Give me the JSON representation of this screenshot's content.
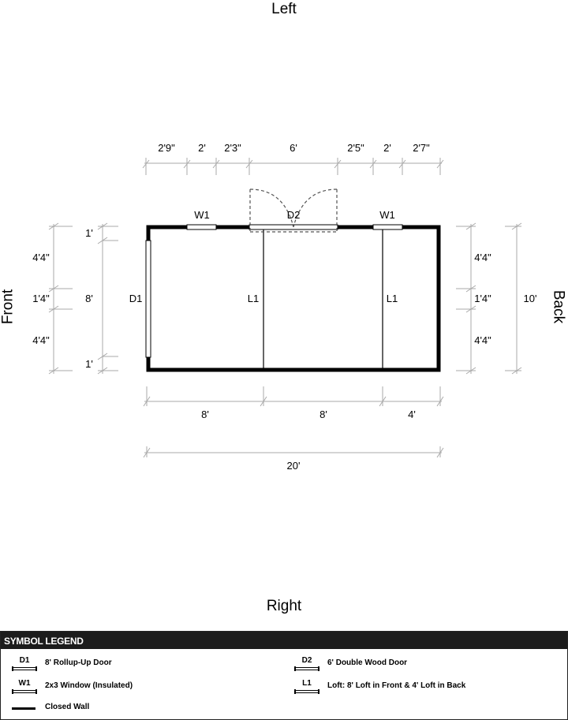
{
  "sides": {
    "left": "Left",
    "right": "Right",
    "front": "Front",
    "back": "Back"
  },
  "top_dims": [
    "2'9\"",
    "2'",
    "2'3\"",
    "6'",
    "2'5\"",
    "2'",
    "2'7\""
  ],
  "bottom_dims": [
    "8'",
    "8'",
    "4'"
  ],
  "total_length": "20'",
  "left_dims": [
    "4'4\"",
    "1'4\"",
    "4'4\""
  ],
  "left_small": [
    "1'",
    "1'"
  ],
  "left_overall": "8'",
  "right_dims": [
    "4'4\"",
    "1'4\"",
    "4'4\""
  ],
  "right_overall": "10'",
  "plan_labels": {
    "w1_left": "W1",
    "w1_right": "W1",
    "d2": "D2",
    "d1": "D1",
    "l1_a": "L1",
    "l1_b": "L1"
  },
  "legend": {
    "title": "SYMBOL LEGEND",
    "items": [
      {
        "code": "D1",
        "label": "8' Rollup-Up Door",
        "icon": "rollup-door-symbol"
      },
      {
        "code": "D2",
        "label": "6' Double Wood Door",
        "icon": "double-door-symbol"
      },
      {
        "code": "W1",
        "label": "2x3 Window (Insulated)",
        "icon": "window-symbol"
      },
      {
        "code": "L1",
        "label": "Loft: 8' Loft in Front & 4' Loft in Back",
        "icon": "loft-symbol"
      },
      {
        "code": "",
        "label": "Closed Wall",
        "icon": "closed-wall-symbol"
      }
    ]
  }
}
